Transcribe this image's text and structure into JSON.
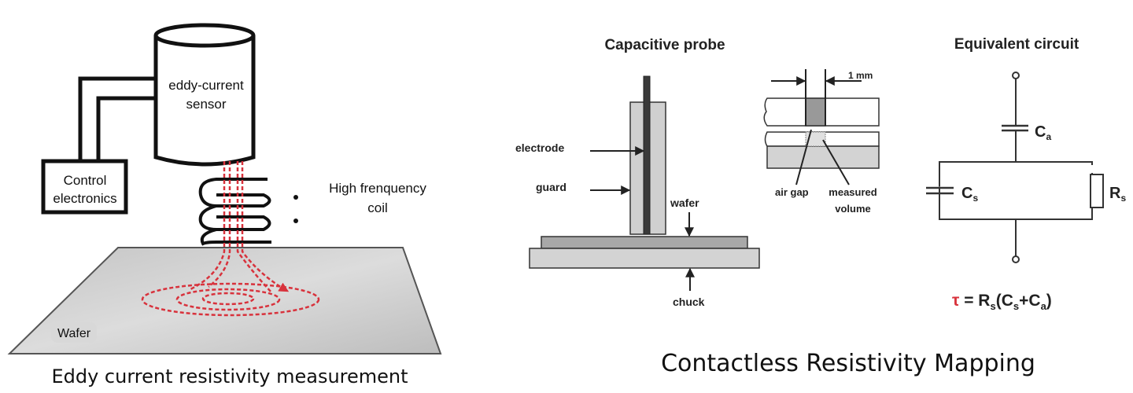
{
  "left_panel": {
    "sensor_label_line1": "eddy-current",
    "sensor_label_line2": "sensor",
    "control_label_line1": "Control",
    "control_label_line2": "electronics",
    "coil_label_line1": "High frenquency",
    "coil_label_line2": "coil",
    "wafer_label": "Wafer",
    "caption": "Eddy current resistivity measurement",
    "colors": {
      "eddy_current": "#d8323c",
      "wafer": "#c8c8c8"
    }
  },
  "capacitive_probe": {
    "title": "Capacitive probe",
    "electrode_label": "electrode",
    "guard_label": "guard",
    "wafer_label": "wafer",
    "chuck_label": "chuck",
    "dimension_label": "1 mm",
    "air_gap_label": "air gap",
    "measured_label_line1": "measured",
    "measured_label_line2": "volume"
  },
  "equivalent_circuit": {
    "title": "Equivalent circuit",
    "ca_label": "C",
    "ca_sub": "a",
    "cs_label": "C",
    "cs_sub": "s",
    "rs_label": "R",
    "rs_sub": "s",
    "formula": {
      "tau": "τ",
      "eq": " = R",
      "s1": "s",
      "open": "(C",
      "s2": "s",
      "plus": "+C",
      "a": "a",
      "close": ")"
    },
    "colors": {
      "tau": "#d8323c"
    }
  },
  "right_caption": "Contactless Resistivity Mapping"
}
